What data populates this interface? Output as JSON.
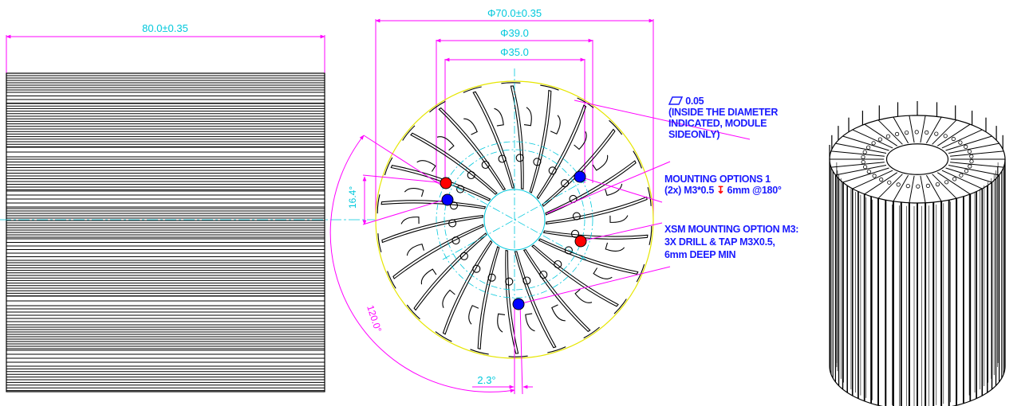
{
  "colors": {
    "dimension": "#00c8dc",
    "angle": "#ff00ff",
    "outline": "#000000",
    "envelope": "#e6e600",
    "note": "#1a1aff",
    "leader": "#ff00ff",
    "hole_red": "#ff0000",
    "hole_blue": "#0000ff"
  },
  "side_view": {
    "width_dim": "80.0±0.35"
  },
  "top_view": {
    "dia_outer": "Φ70.0±0.35",
    "dia_39": "Φ39.0",
    "dia_35": "Φ35.0",
    "angle_small": "16.4°",
    "angle_large": "120.0°",
    "angle_fin": "2.3°"
  },
  "notes": {
    "flatness": {
      "symbol": "parallelogram-icon",
      "value": "0.05",
      "lines": [
        "(INSIDE THE DIAMETER",
        "INDICATED, MODULE",
        "SIDEONLY)"
      ]
    },
    "mounting1": {
      "title": "MOUNTING OPTIONS 1",
      "prefix": "(2x) M3*0.5 ",
      "depth_symbol": "↧",
      "suffix": " 6mm @180°"
    },
    "xsm": {
      "lines": [
        "XSM MOUNTING OPTION M3:",
        "3X DRILL & TAP M3X0.5,",
        "6mm DEEP MIN"
      ]
    }
  },
  "iso_view": {
    "icon": "heatsink-3d-icon"
  }
}
